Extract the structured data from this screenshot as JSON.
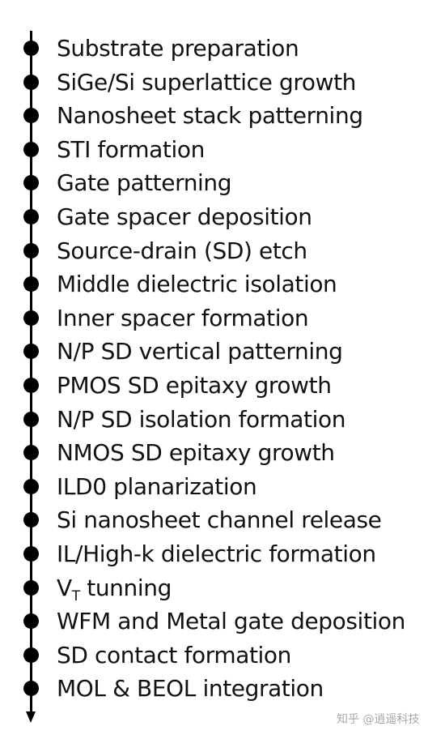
{
  "steps": [
    {
      "label": "Substrate preparation"
    },
    {
      "label": "SiGe/Si superlattice growth"
    },
    {
      "label": "Nanosheet stack patterning"
    },
    {
      "label": "STI formation"
    },
    {
      "label": "Gate patterning"
    },
    {
      "label": "Gate spacer deposition"
    },
    {
      "label": "Source-drain (SD) etch"
    },
    {
      "label": "Middle dielectric isolation"
    },
    {
      "label": "Inner spacer formation"
    },
    {
      "label": "N/P SD vertical patterning"
    },
    {
      "label": "PMOS SD epitaxy growth"
    },
    {
      "label": "N/P SD isolation formation"
    },
    {
      "label": "NMOS SD epitaxy growth"
    },
    {
      "label": "ILD0 planarization"
    },
    {
      "label": "Si nanosheet channel release"
    },
    {
      "label": "IL/High-k dielectric formation"
    },
    {
      "label": "V",
      "sub": "T",
      "rest": " tunning"
    },
    {
      "label": "WFM and Metal gate deposition"
    },
    {
      "label": "SD contact formation"
    },
    {
      "label": "MOL & BEOL integration"
    }
  ],
  "watermark": "知乎 @逍遥科技",
  "colors": {
    "line": "#000000",
    "text": "#111111",
    "watermark": "#a8a8a8"
  }
}
